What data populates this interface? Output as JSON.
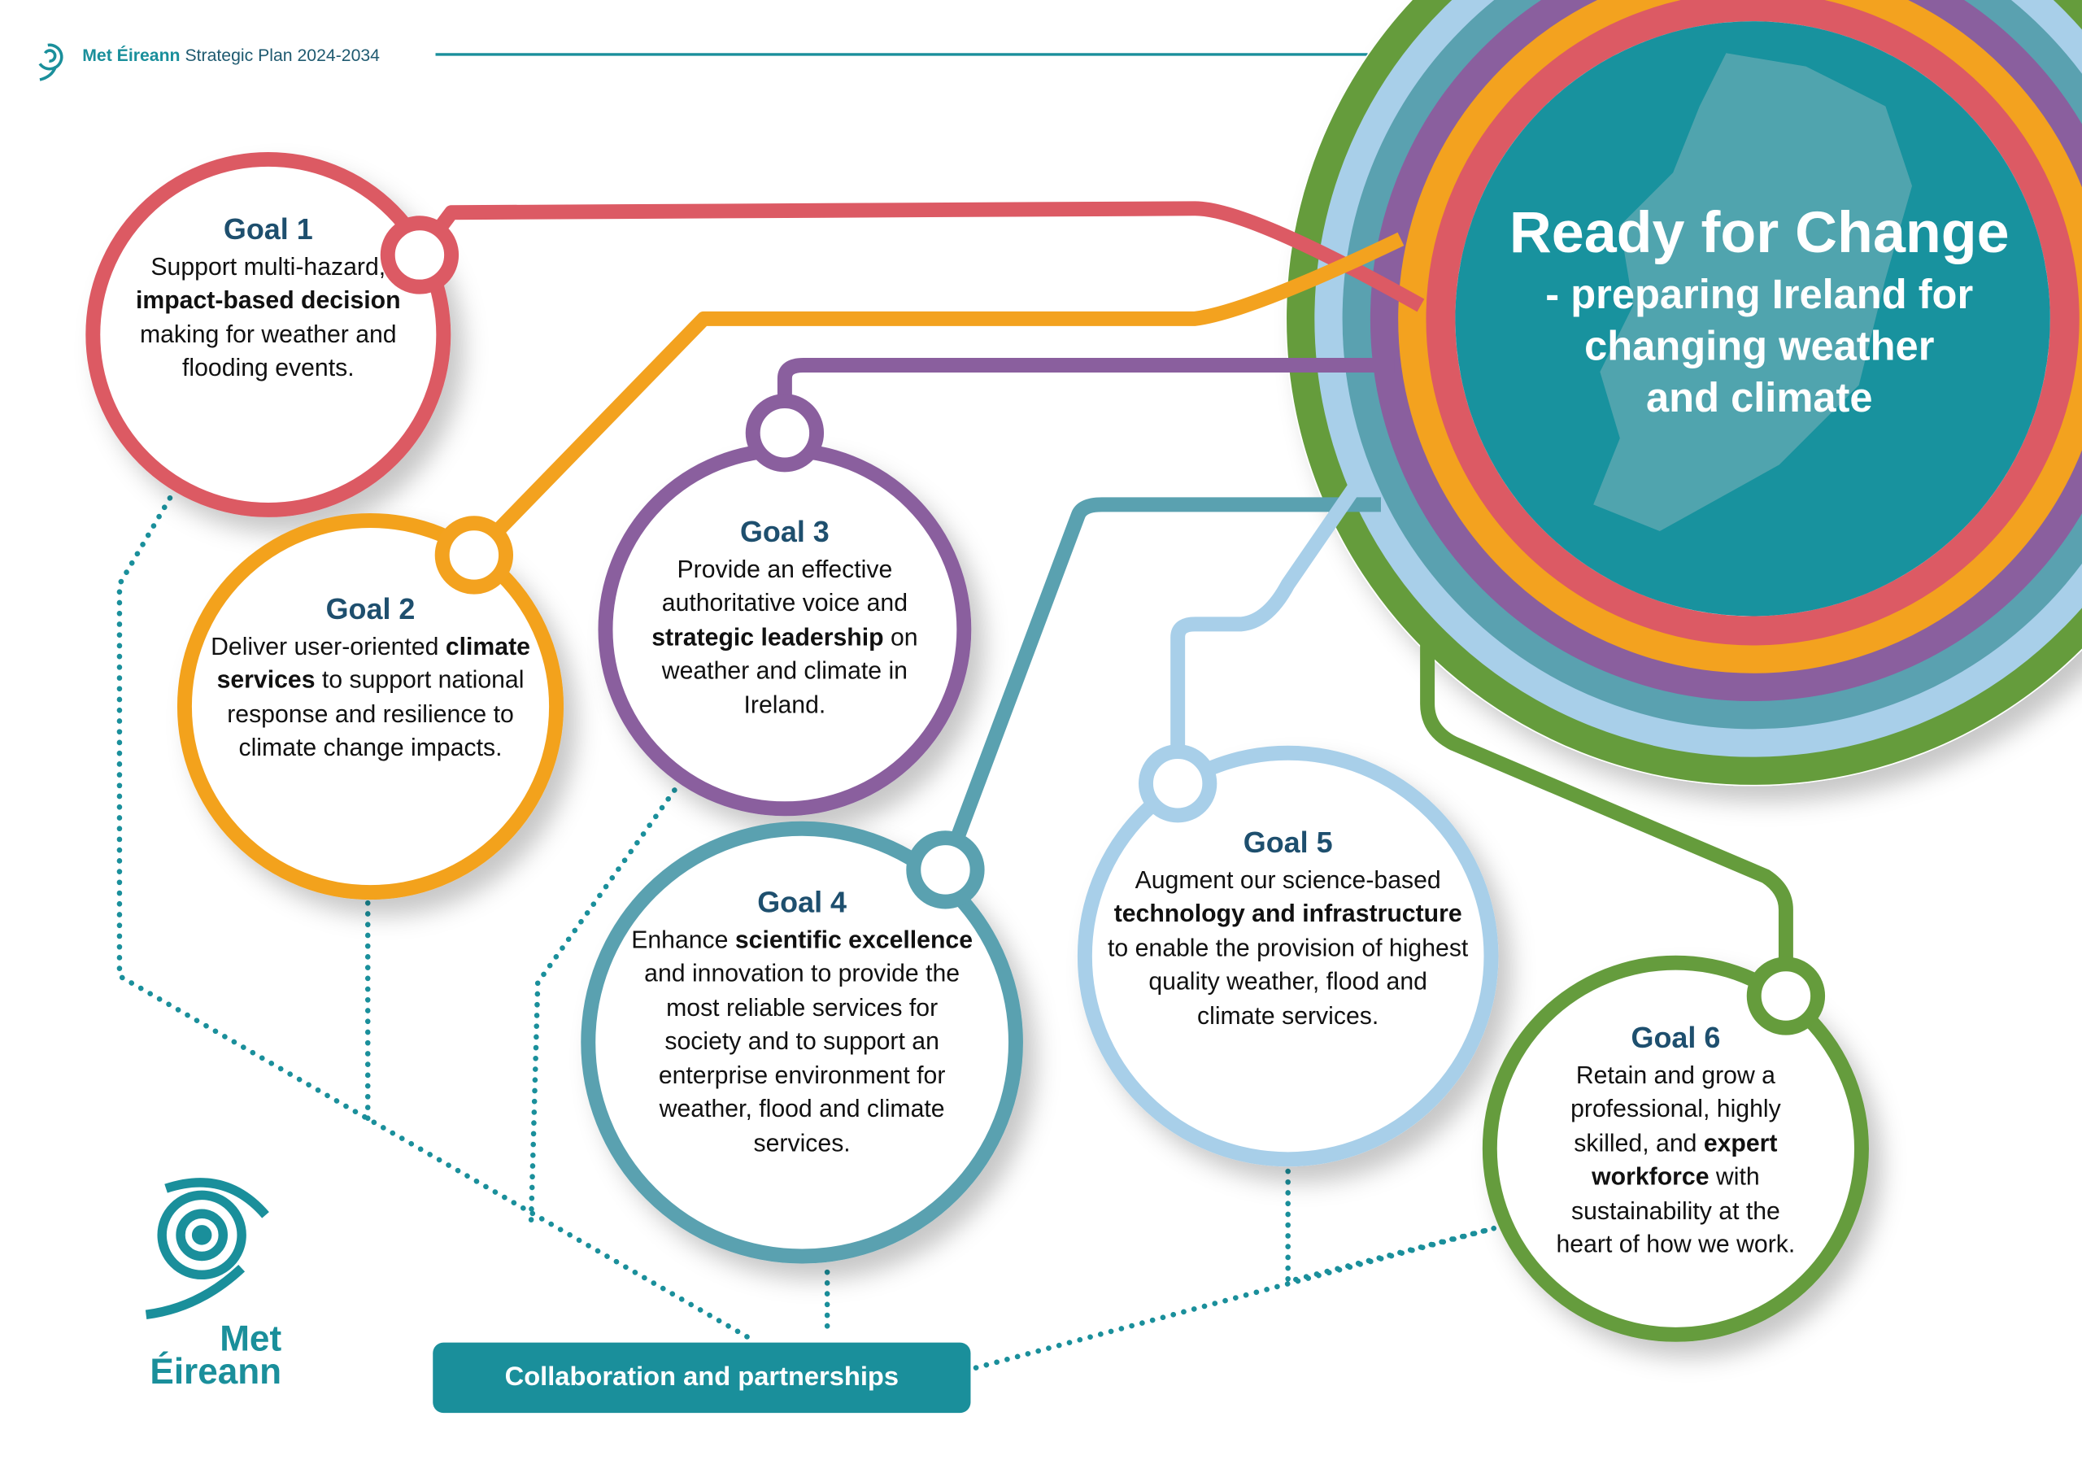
{
  "header": {
    "brand": "Met Éireann",
    "title": "Strategic Plan 2024-2034"
  },
  "hero": {
    "title": "Ready for Change",
    "subtitle_lines": [
      "- preparing Ireland for",
      "changing weather",
      "and climate"
    ]
  },
  "goals": [
    {
      "label": "Goal 1",
      "pre": "Support multi-hazard, ",
      "bold": "impact-based decision",
      "post": " making for weather and flooding events.",
      "color": "#dc5a64"
    },
    {
      "label": "Goal 2",
      "pre": "Deliver user-oriented ",
      "bold": "climate services",
      "post": " to support national response and resilience to climate change impacts.",
      "color": "#f3a21f"
    },
    {
      "label": "Goal 3",
      "pre": "Provide an effective authoritative voice and ",
      "bold": "strategic leadership",
      "post": " on weather and climate in Ireland.",
      "color": "#8a5f9e"
    },
    {
      "label": "Goal 4",
      "pre": "Enhance ",
      "bold": "scientific excellence",
      "post": " and innovation to provide the most reliable services for society and to support an enterprise environment for weather, flood and climate services.",
      "color": "#5aa1b0"
    },
    {
      "label": "Goal 5",
      "pre": "Augment our science-based ",
      "bold": "technology and infrastructure",
      "post": " to enable the provision of highest quality weather, flood and climate services.",
      "color": "#a8cfe9"
    },
    {
      "label": "Goal 6",
      "pre": "Retain and grow a professional, highly skilled, and ",
      "bold": "expert workforce",
      "post": " with sustainability at the heart of how we work.",
      "color": "#659c3c"
    }
  ],
  "collaboration": {
    "label": "Collaboration and partnerships"
  },
  "logo": {
    "line1": "Met",
    "line2": "Éireann"
  },
  "colors": {
    "teal": "#1a8f9b",
    "navy": "#1e4f6e"
  }
}
